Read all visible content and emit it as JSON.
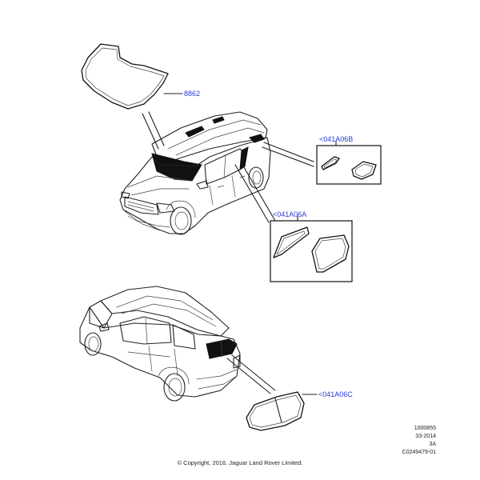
{
  "callouts": {
    "windscreen": "8862",
    "rear_quarter_small": "<041A06B",
    "rear_door_glass": "<041A06A",
    "backlight": "<041A06C"
  },
  "meta": {
    "line1": "1000855",
    "line2": "33-2014",
    "line3": "3A",
    "line4": "C0249479-01"
  },
  "copyright": "© Copyright, 2016. Jaguar Land Rover Limited.",
  "colors": {
    "callout": "#2a3bd6",
    "line": "#222222",
    "glass": "#111111"
  }
}
